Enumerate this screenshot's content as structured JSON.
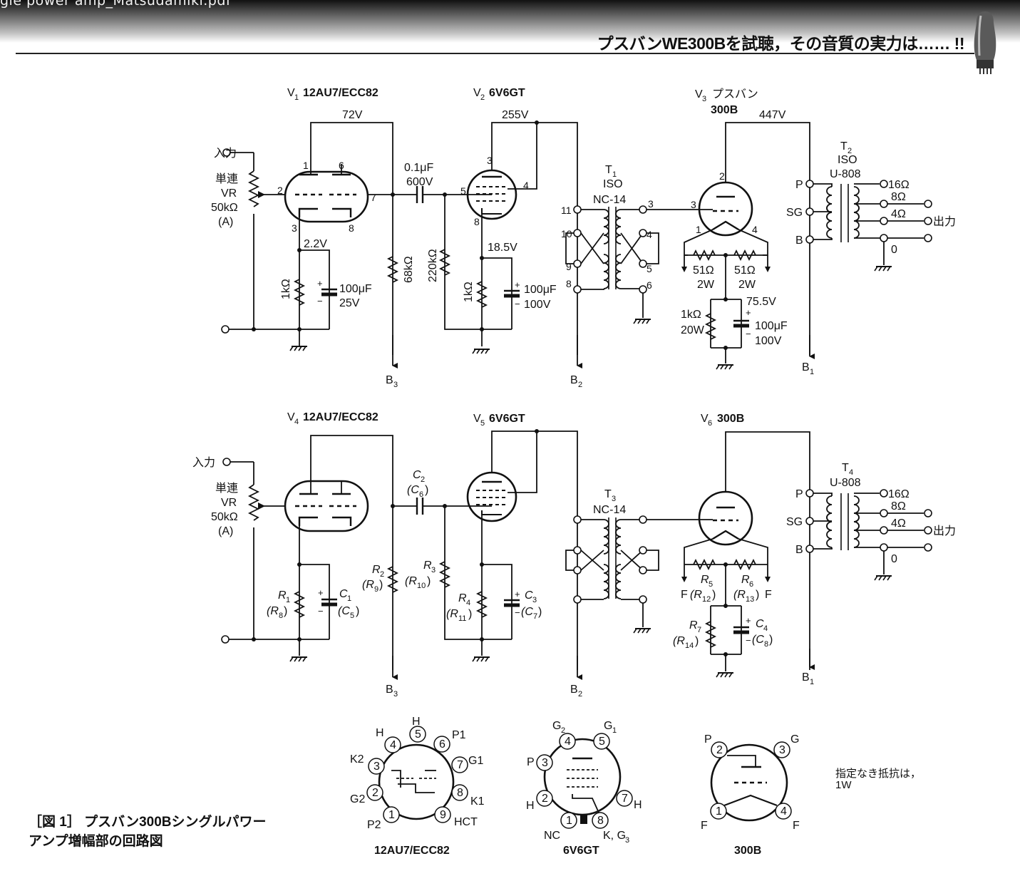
{
  "filename": "gle power amp_Matsudamiki.pdf",
  "header_title": "プスバンWE300Bを試聴，その音質の実力は…… !!",
  "caption": {
    "line1": "［図 1］ プスバン300Bシングルパワー",
    "line2": "アンプ増幅部の回路図"
  },
  "note": {
    "line1": "指定なき抵抗は，",
    "line2": "1W"
  },
  "upper": {
    "v1": "V",
    "v1_sub": "1",
    "v1_name": "12AU7/ECC82",
    "v2": "V",
    "v2_sub": "2",
    "v2_name": "6V6GT",
    "v3": "V",
    "v3_sub": "3",
    "v3_maker": "プスバン",
    "v3_name": "300B",
    "volt_72": "72V",
    "volt_255": "255V",
    "volt_447": "447V",
    "volt_22": "2.2V",
    "volt_185": "18.5V",
    "volt_755": "75.5V",
    "input": "入力",
    "vr1": "単連",
    "vr2": "VR",
    "vr3": "50kΩ",
    "vr4": "(A)",
    "coupling_c": "0.1μF",
    "coupling_v": "600V",
    "r_1k": "1kΩ",
    "c_100u": "100μF",
    "c_25v": "25V",
    "r_68k": "68kΩ",
    "r_220k": "220kΩ",
    "r_1k_b": "1kΩ",
    "c_100u_b": "100μF",
    "c_100v_b": "100V",
    "t1": "T",
    "t1_sub": "1",
    "t1_iso": "ISO",
    "t1_model": "NC-14",
    "r_51": "51Ω",
    "r_2w": "2W",
    "r_51b": "51Ω",
    "r_2wb": "2W",
    "r_1k_c": "1kΩ",
    "r_20w": "20W",
    "c_100u_c": "100μF",
    "c_100v_c": "100V",
    "t2": "T",
    "t2_sub": "2",
    "t2_iso": "ISO",
    "t2_model": "U-808",
    "tap_p": "P",
    "tap_sg": "SG",
    "tap_b": "B",
    "o16": "16Ω",
    "o8": "8Ω",
    "o4": "4Ω",
    "o0": "0",
    "out": "出力",
    "b3": "B",
    "b3_sub": "3",
    "b2": "B",
    "b2_sub": "2",
    "b1": "B",
    "b1_sub": "1"
  },
  "lower": {
    "v4": "V",
    "v4_sub": "4",
    "v4_name": "12AU7/ECC82",
    "v5": "V",
    "v5_sub": "5",
    "v5_name": "6V6GT",
    "v6": "V",
    "v6_sub": "6",
    "v6_name": "300B",
    "input": "入力",
    "vr1": "単連",
    "vr2": "VR",
    "vr3": "50kΩ",
    "vr4": "(A)",
    "t3": "T",
    "t3_sub": "3",
    "t3_model": "NC-14",
    "t4": "T",
    "t4_sub": "4",
    "t4_model": "U-808",
    "tap_p": "P",
    "tap_sg": "SG",
    "tap_b": "B",
    "o16": "16Ω",
    "o8": "8Ω",
    "o4": "4Ω",
    "o0": "0",
    "out": "出力",
    "b3": "B",
    "b3_sub": "3",
    "b2": "B",
    "b2_sub": "2",
    "b1": "B",
    "b1_sub": "1",
    "c2": "C",
    "c2_sub": "2",
    "c2_alt": "(C",
    "c2_alt_sub": "6",
    "r1": "R",
    "r1_sub": "1",
    "r1_alt": "(R",
    "r1_alt_sub": "8",
    "c1": "C",
    "c1_sub": "1",
    "c1_alt": "(C",
    "c1_alt_sub": "5",
    "r2": "R",
    "r2_sub": "2",
    "r2_alt": "(R",
    "r2_alt_sub": "9",
    "r3": "R",
    "r3_sub": "3",
    "r3_alt": "(R",
    "r3_alt_sub": "10",
    "r4": "R",
    "r4_sub": "4",
    "r4_alt": "(R",
    "r4_alt_sub": "11",
    "c3": "C",
    "c3_sub": "3",
    "c3_alt": "(C",
    "c3_alt_sub": "7",
    "r5": "R",
    "r5_sub": "5",
    "r5_alt": "(R",
    "r5_alt_sub": "12",
    "r6": "R",
    "r6_sub": "6",
    "r6_alt": "(R",
    "r6_alt_sub": "13",
    "r7": "R",
    "r7_sub": "7",
    "r7_alt": "(R",
    "r7_alt_sub": "14",
    "c4": "C",
    "c4_sub": "4",
    "c4_alt": "(C",
    "c4_alt_sub": "8",
    "f": "F"
  },
  "pinouts": {
    "p12au7": {
      "title": "12AU7/ECC82",
      "h_top": "H",
      "h4": "H",
      "p1": "P1",
      "k2": "K2",
      "g1": "G1",
      "g2": "G2",
      "k1": "K1",
      "p2": "P2",
      "hct": "HCT"
    },
    "p6v6": {
      "title": "6V6GT",
      "g2": "G",
      "g2_sub": "2",
      "g1": "G",
      "g1_sub": "1",
      "p": "P",
      "h_left": "H",
      "h_right": "H",
      "nc": "NC",
      "kg3": "K, G",
      "kg3_sub": "3"
    },
    "p300b": {
      "title": "300B",
      "p": "P",
      "g": "G",
      "f_left": "F",
      "f_right": "F"
    }
  }
}
